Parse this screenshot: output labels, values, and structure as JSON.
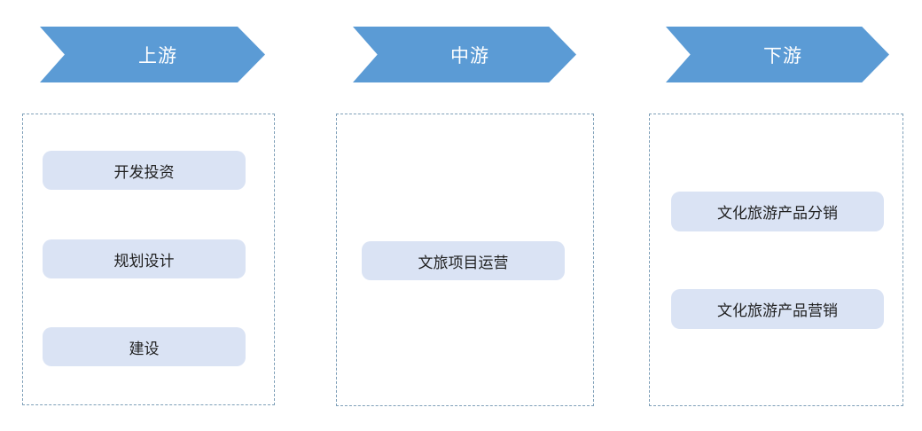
{
  "diagram": {
    "type": "industry-chain-flow",
    "columns": [
      {
        "header": "上游",
        "items": [
          {
            "label": "开发投资"
          },
          {
            "label": "规划设计"
          },
          {
            "label": "建设"
          }
        ]
      },
      {
        "header": "中游",
        "items": [
          {
            "label": "文旅项目运营"
          }
        ]
      },
      {
        "header": "下游",
        "items": [
          {
            "label": "文化旅游产品分销"
          },
          {
            "label": "文化旅游产品营销"
          }
        ]
      }
    ],
    "colors": {
      "arrow_fill": "#5b9bd5",
      "arrow_text": "#ffffff",
      "item_fill": "#dae3f4",
      "item_text": "#1f1f1f",
      "container_border": "#7e9fb8",
      "background": "#ffffff"
    }
  }
}
